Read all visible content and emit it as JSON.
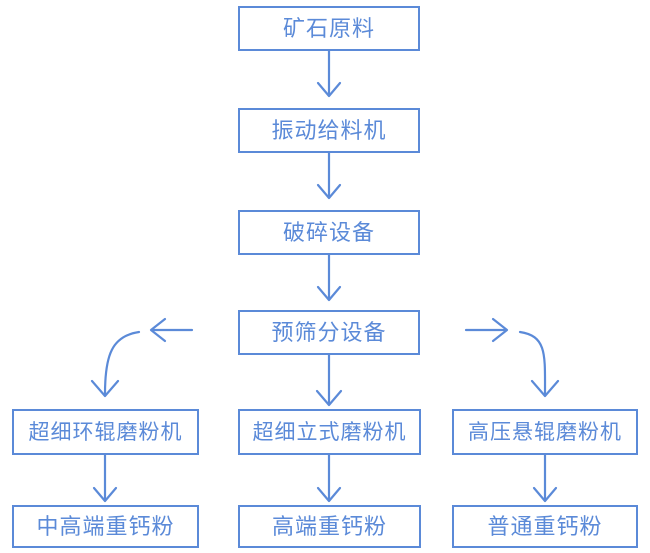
{
  "diagram": {
    "type": "flowchart",
    "title": "",
    "orientation": "top-to-bottom",
    "accent_color": "#5b8ad8",
    "background_color": "#ffffff",
    "nodes": [
      {
        "id": "raw-ore",
        "label": "矿石原料",
        "column": "center",
        "row": 1
      },
      {
        "id": "vibrating-feeder",
        "label": "振动给料机",
        "column": "center",
        "row": 2
      },
      {
        "id": "crushing-equipment",
        "label": "破碎设备",
        "column": "center",
        "row": 3
      },
      {
        "id": "pre-screening",
        "label": "预筛分设备",
        "column": "center",
        "row": 4
      },
      {
        "id": "ultrafine-ring-roller-mill",
        "label": "超细环辊磨粉机",
        "column": "left",
        "row": 5
      },
      {
        "id": "ultrafine-vertical-mill",
        "label": "超细立式磨粉机",
        "column": "center",
        "row": 5
      },
      {
        "id": "high-pressure-suspension-mill",
        "label": "高压悬辊磨粉机",
        "column": "right",
        "row": 5
      },
      {
        "id": "mid-high-grade-gcc",
        "label": "中高端重钙粉",
        "column": "left",
        "row": 6
      },
      {
        "id": "high-grade-gcc",
        "label": "高端重钙粉",
        "column": "center",
        "row": 6
      },
      {
        "id": "ordinary-gcc",
        "label": "普通重钙粉",
        "column": "right",
        "row": 6
      }
    ],
    "edges": [
      {
        "from": "raw-ore",
        "to": "vibrating-feeder",
        "style": "straight-down"
      },
      {
        "from": "vibrating-feeder",
        "to": "crushing-equipment",
        "style": "straight-down"
      },
      {
        "from": "crushing-equipment",
        "to": "pre-screening",
        "style": "straight-down"
      },
      {
        "from": "pre-screening",
        "to": "ultrafine-vertical-mill",
        "style": "straight-down"
      },
      {
        "from": "pre-screening",
        "to": "ultrafine-ring-roller-mill",
        "style": "branch-left-curve"
      },
      {
        "from": "pre-screening",
        "to": "high-pressure-suspension-mill",
        "style": "branch-right-curve"
      },
      {
        "from": "ultrafine-ring-roller-mill",
        "to": "mid-high-grade-gcc",
        "style": "straight-down"
      },
      {
        "from": "ultrafine-vertical-mill",
        "to": "high-grade-gcc",
        "style": "straight-down"
      },
      {
        "from": "high-pressure-suspension-mill",
        "to": "ordinary-gcc",
        "style": "straight-down"
      }
    ]
  }
}
